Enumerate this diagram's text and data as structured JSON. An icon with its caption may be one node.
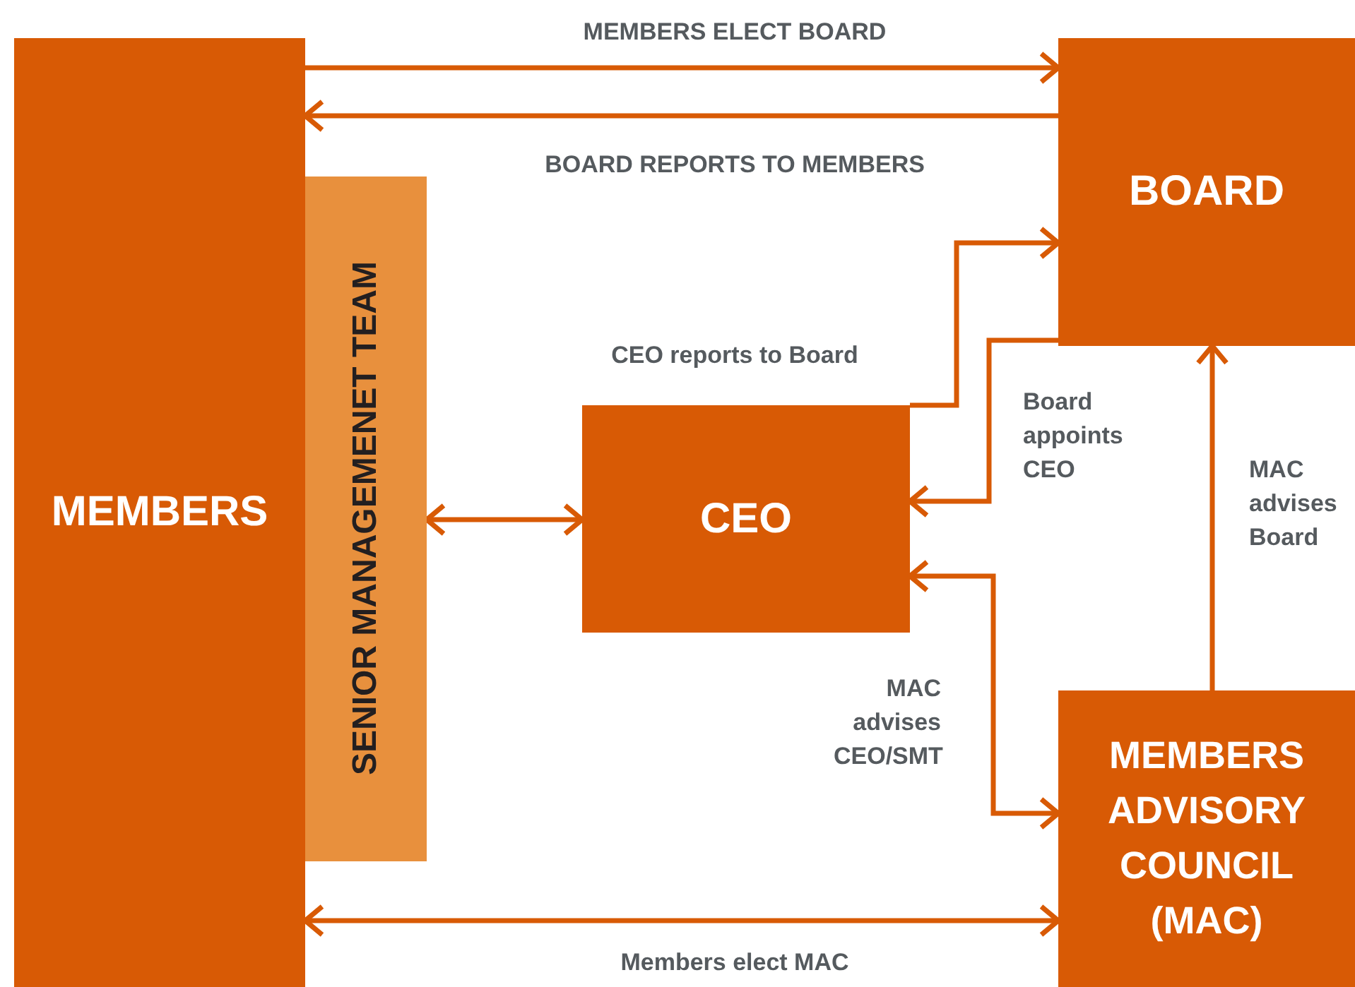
{
  "diagram": {
    "nodes": [
      {
        "text": [
          "MEMBERS"
        ]
      },
      {
        "text": [
          "SENIOR MANAGEMENET TEAM"
        ]
      },
      {
        "text": [
          "BOARD"
        ]
      },
      {
        "text": [
          "CEO"
        ]
      },
      {
        "text": [
          "MEMBERS ADVISORY COUNCIL (MAC)"
        ]
      }
    ],
    "edges": [
      {
        "from": 0,
        "to": 2,
        "arrow": "to",
        "label": "MEMBERS ELECT BOARD"
      },
      {
        "from": 2,
        "to": 0,
        "arrow": "to",
        "label": "BOARD REPORTS TO MEMBERS"
      },
      {
        "from": 3,
        "to": 2,
        "arrow": "to",
        "label": "CEO reports to Board"
      },
      {
        "from": 2,
        "to": 3,
        "arrow": "to",
        "label": "Board appoints CEO"
      },
      {
        "from": 1,
        "to": 3,
        "arrow": "both"
      },
      {
        "from": 4,
        "to": 3,
        "arrow": "both",
        "label": "MAC advises CEO/SMT"
      },
      {
        "from": 4,
        "to": 2,
        "arrow": "to",
        "label": "MAC advises Board"
      },
      {
        "from": 0,
        "to": 4,
        "arrow": "both",
        "label": "Members elect MAC"
      }
    ]
  }
}
